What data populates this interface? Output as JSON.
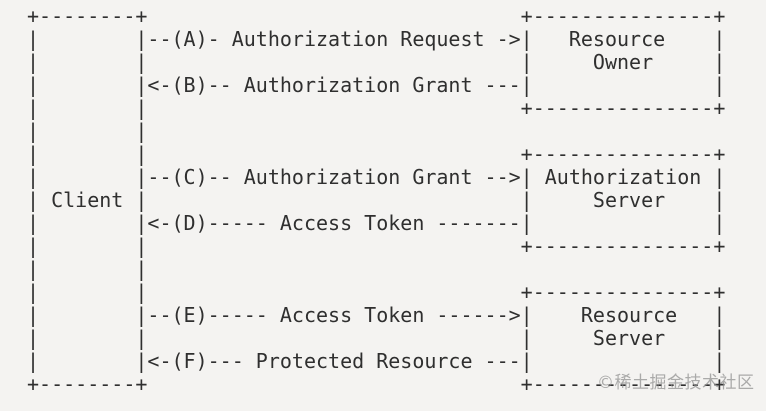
{
  "colors": {
    "background": "#f4f3f1",
    "text": "#2f2f2f",
    "watermark": "#8e8e8e"
  },
  "diagram": {
    "type": "ascii-flow",
    "ascii_lines": [
      "+--------+                               +---------------+",
      "|        |--(A)- Authorization Request ->|   Resource    |",
      "|        |                               |     Owner     |",
      "|        |<-(B)-- Authorization Grant ---|               |",
      "|        |                               +---------------+",
      "|        |",
      "|        |                               +---------------+",
      "|        |--(C)-- Authorization Grant -->| Authorization |",
      "| Client |                               |     Server    |",
      "|        |<-(D)----- Access Token -------|               |",
      "|        |                               +---------------+",
      "|        |",
      "|        |                               +---------------+",
      "|        |--(E)----- Access Token ------>|    Resource   |",
      "|        |                               |     Server    |",
      "|        |<-(F)--- Protected Resource ---|               |",
      "+--------+                               +---------------+"
    ],
    "entities": {
      "client": "Client",
      "boxes": [
        "Resource Owner",
        "Authorization Server",
        "Resource Server"
      ]
    },
    "steps": [
      {
        "id": "A",
        "label": "Authorization Request",
        "from": "Client",
        "to": "Resource Owner",
        "direction": "right"
      },
      {
        "id": "B",
        "label": "Authorization Grant",
        "from": "Resource Owner",
        "to": "Client",
        "direction": "left"
      },
      {
        "id": "C",
        "label": "Authorization Grant",
        "from": "Client",
        "to": "Authorization Server",
        "direction": "right"
      },
      {
        "id": "D",
        "label": "Access Token",
        "from": "Authorization Server",
        "to": "Client",
        "direction": "left"
      },
      {
        "id": "E",
        "label": "Access Token",
        "from": "Client",
        "to": "Resource Server",
        "direction": "right"
      },
      {
        "id": "F",
        "label": "Protected Resource",
        "from": "Resource Server",
        "to": "Client",
        "direction": "left"
      }
    ]
  },
  "watermark": {
    "text": "©稀土掘金技术社区"
  }
}
